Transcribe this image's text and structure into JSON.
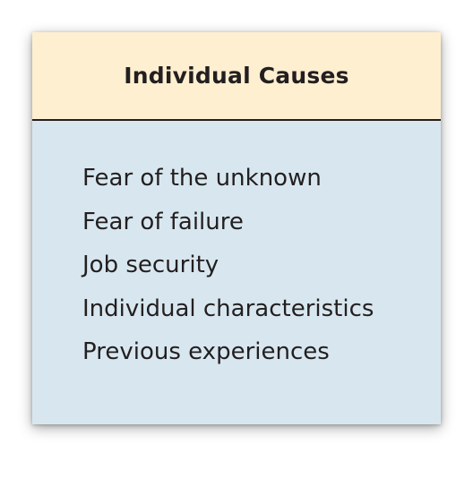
{
  "header": {
    "title": "Individual Causes"
  },
  "causes": [
    "Fear of the unknown",
    "Fear of failure",
    "Job security",
    "Individual characteristics",
    "Previous experiences"
  ],
  "colors": {
    "header_background": "#fdefd0",
    "body_background": "#d8e7ef",
    "text": "#231f20"
  }
}
